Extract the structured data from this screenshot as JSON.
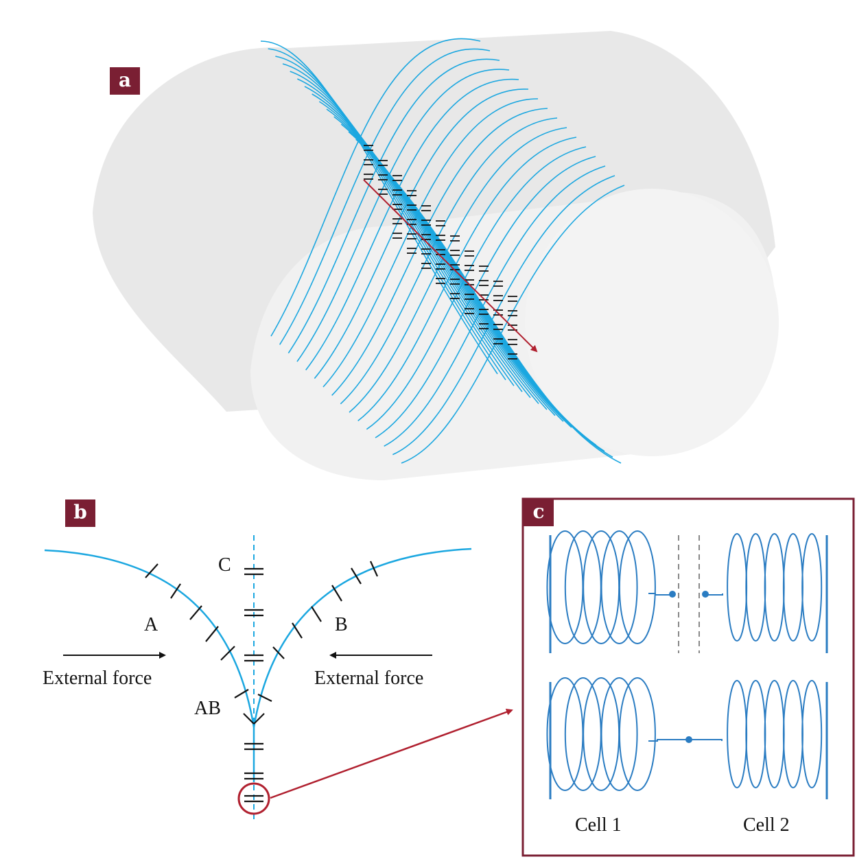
{
  "panels": {
    "a": "a",
    "b": "b",
    "c": "c"
  },
  "labels": {
    "branch_a": "A",
    "branch_b": "B",
    "branch_c": "C",
    "junction_ab": "AB",
    "force_left": "External force",
    "force_right": "External force",
    "cell1": "Cell 1",
    "cell2": "Cell 2"
  },
  "colors": {
    "flux_line": "#1ba7e0",
    "spring": "#2a7cc2",
    "accent": "#b0202f",
    "tag_bg": "#7a1f33",
    "frame": "#7a1f33",
    "cylinder": "#e8e8e8",
    "cylinder_face": "#f1f1f1",
    "ticks": "#111111",
    "dashed": "#888888"
  }
}
